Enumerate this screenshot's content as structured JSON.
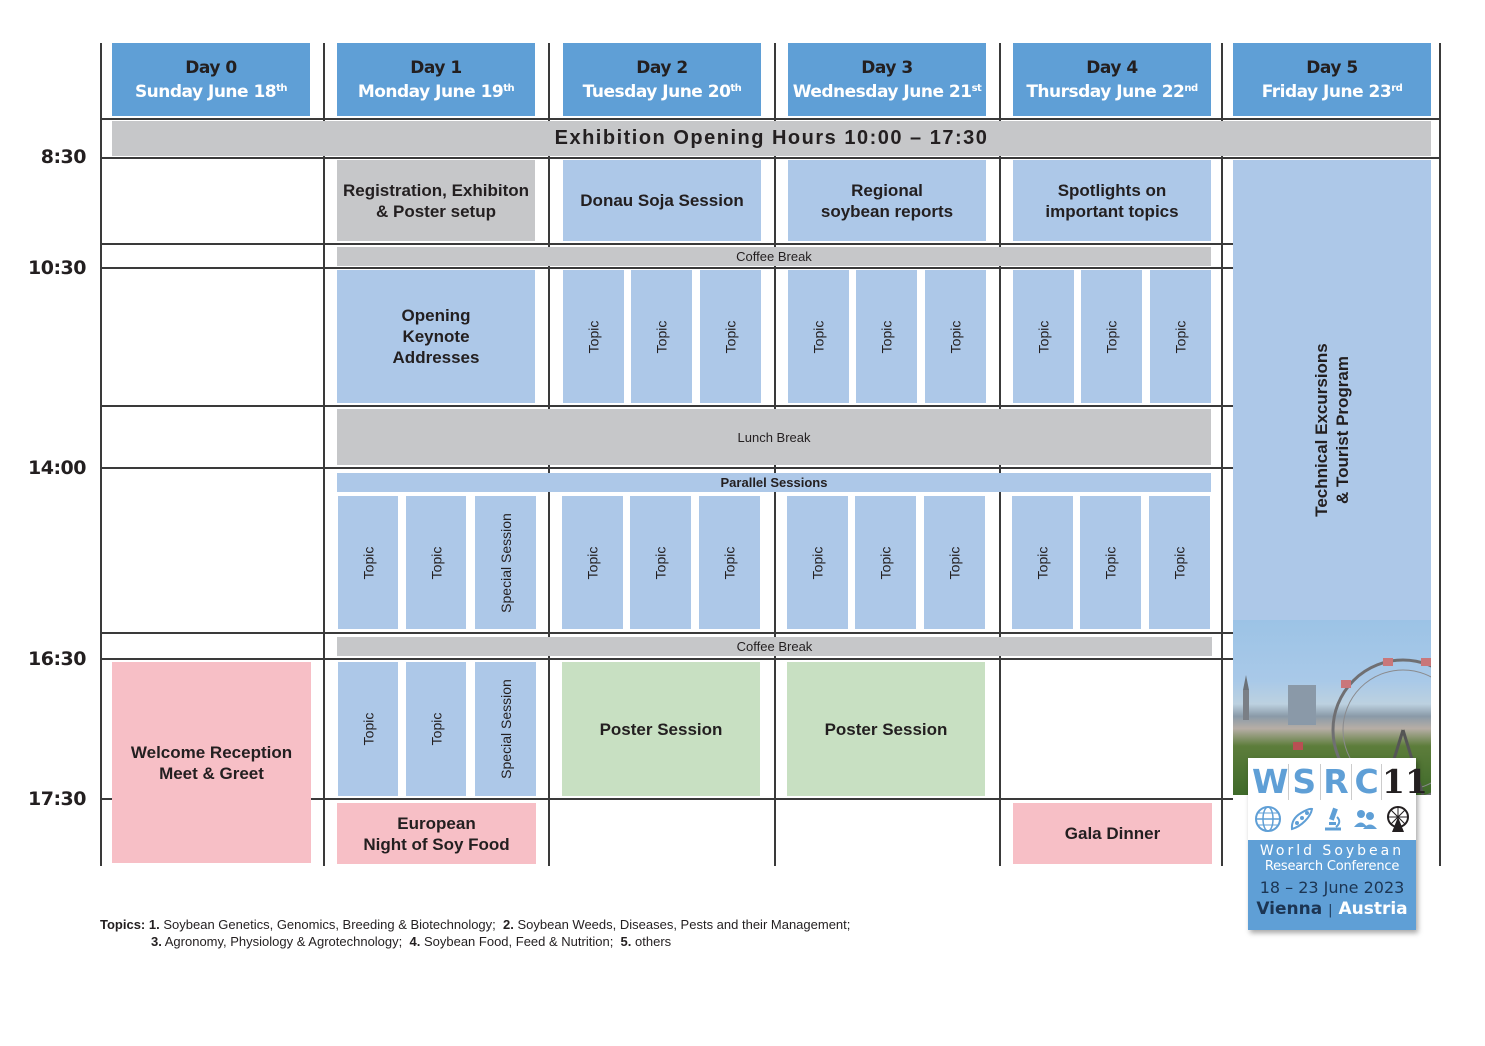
{
  "days": [
    {
      "day": "Day 0",
      "weekday": "Sunday June 18",
      "suffix": "th"
    },
    {
      "day": "Day 1",
      "weekday": "Monday June 19",
      "suffix": "th"
    },
    {
      "day": "Day 2",
      "weekday": "Tuesday June 20",
      "suffix": "th"
    },
    {
      "day": "Day 3",
      "weekday": "Wednesday June 21",
      "suffix": "st"
    },
    {
      "day": "Day 4",
      "weekday": "Thursday June 22",
      "suffix": "nd"
    },
    {
      "day": "Day 5",
      "weekday": "Friday June 23",
      "suffix": "rd"
    }
  ],
  "exhibition": "Exhibition Opening Hours 10:00 – 17:30",
  "times": [
    "8:30",
    "10:30",
    "14:00",
    "16:30",
    "17:30"
  ],
  "sessions": {
    "registration": [
      "Registration, Exhibiton",
      "& Poster setup"
    ],
    "donau": "Donau Soja Session",
    "regional": [
      "Regional",
      "soybean reports"
    ],
    "spotlights": [
      "Spotlights on",
      "important topics"
    ],
    "coffee_break": "Coffee Break",
    "opening": [
      "Opening",
      "Keynote",
      "Addresses"
    ],
    "topic": "Topic",
    "special": "Special Session",
    "lunch": "Lunch Break",
    "parallel": "Parallel Sessions",
    "welcome": [
      "Welcome Reception",
      "Meet & Greet"
    ],
    "european": [
      "European",
      "Night of Soy Food"
    ],
    "poster": "Poster Session",
    "gala": "Gala Dinner",
    "excursions": [
      "Technical Excursions",
      "& Tourist Program"
    ]
  },
  "logo": {
    "letters": [
      "W",
      "S",
      "R",
      "C",
      "11"
    ],
    "line1": "World Soybean",
    "line2": "Research Conference",
    "dates": "18 – 23 June 2023",
    "city": "Vienna",
    "separator": "|",
    "country": "Austria"
  },
  "footer": {
    "label": "Topics:",
    "items": [
      {
        "num": "1.",
        "text": "Soybean Genetics, Genomics, Breeding & Biotechnology;"
      },
      {
        "num": "2.",
        "text": "Soybean Weeds, Diseases, Pests and their Management;"
      },
      {
        "num": "3.",
        "text": "Agronomy, Physiology & Agrotechnology;"
      },
      {
        "num": "4.",
        "text": "Soybean Food, Feed & Nutrition;"
      },
      {
        "num": "5.",
        "text": "others"
      }
    ]
  }
}
